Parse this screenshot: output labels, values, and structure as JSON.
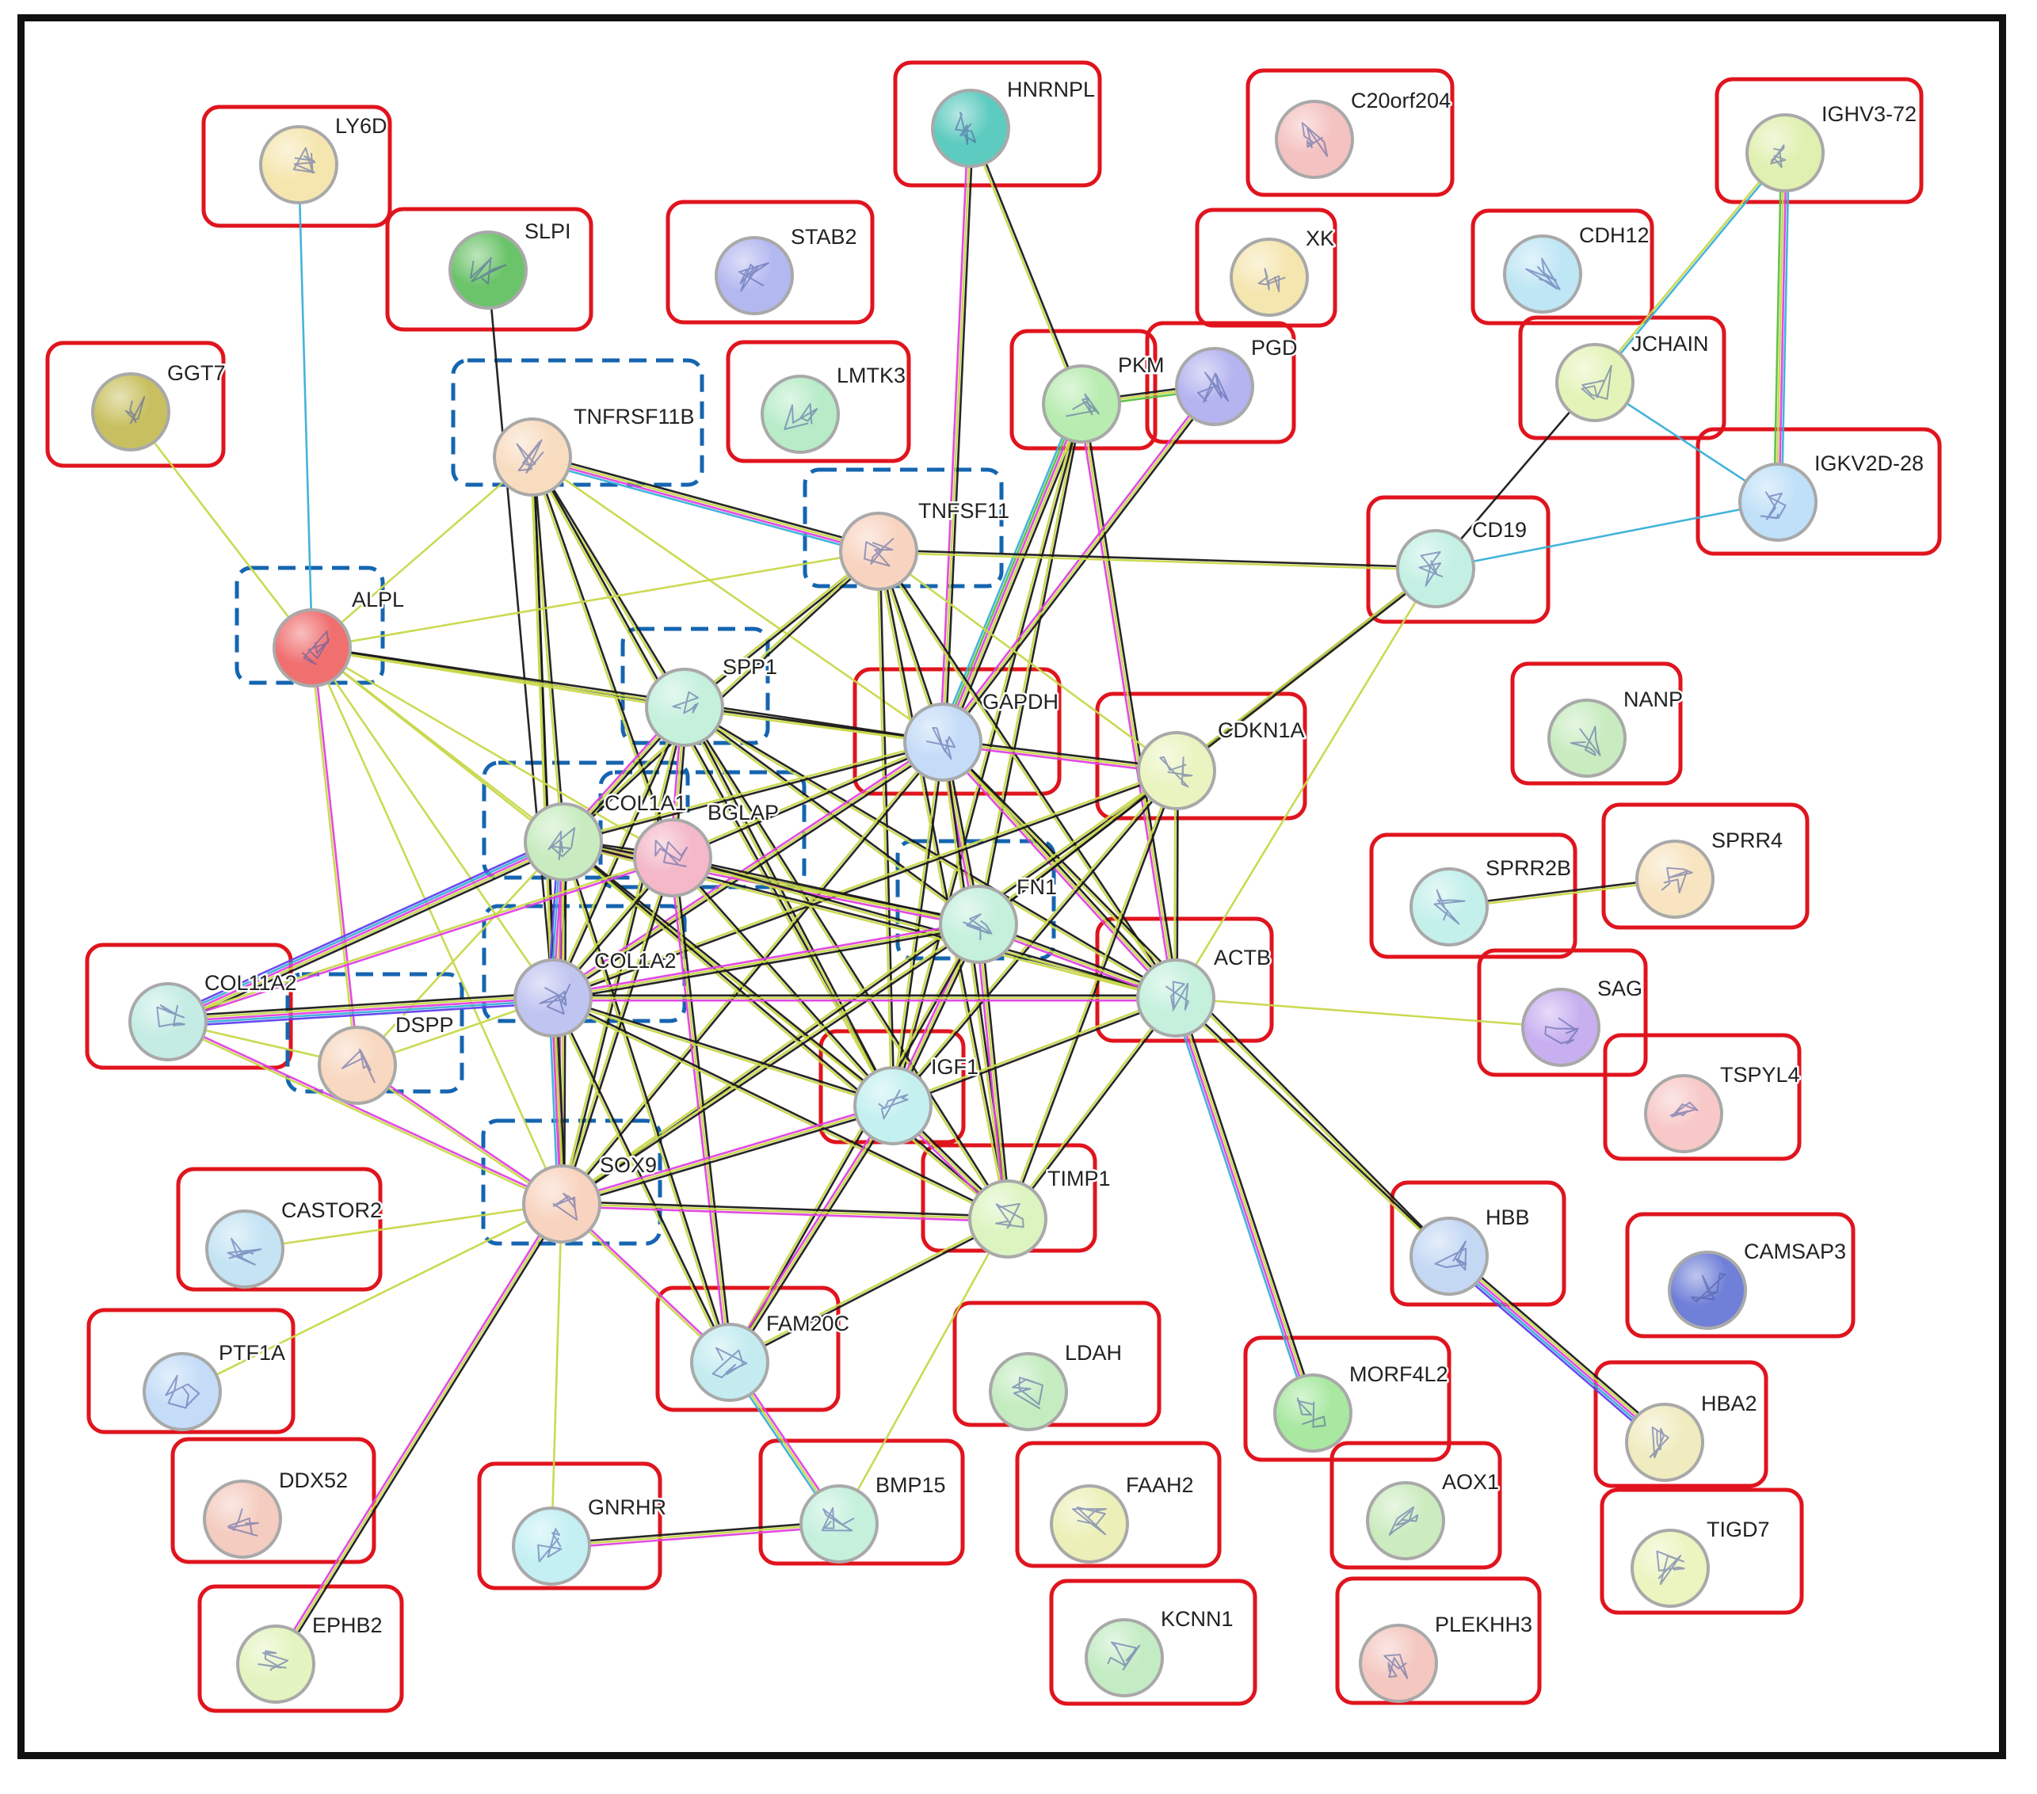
{
  "figure": {
    "highlight_colors": {
      "red_box": "#e0141e",
      "blue_dashed_box": "#1565b0"
    },
    "edge_colors": [
      "#1a1a1a",
      "#c8d84a",
      "#e040e0",
      "#3ab0d8",
      "#6040f0",
      "#58c040"
    ]
  },
  "proteins": [
    {
      "id": "LY6D",
      "color": "#f5e6b0"
    },
    {
      "id": "SLPI",
      "color": "#6cc46a"
    },
    {
      "id": "STAB2",
      "color": "#b4b8f0"
    },
    {
      "id": "HNRNPL",
      "color": "#5ecbc0"
    },
    {
      "id": "C20orf204",
      "color": "#f4c2c0"
    },
    {
      "id": "XK",
      "color": "#f5e6b0"
    },
    {
      "id": "IGHV3-72",
      "color": "#e0f0b0"
    },
    {
      "id": "CDH12",
      "color": "#bfe6f5"
    },
    {
      "id": "GGT7",
      "color": "#c8c060"
    },
    {
      "id": "LMTK3",
      "color": "#b8ecc8"
    },
    {
      "id": "PKM",
      "color": "#b8ecb0"
    },
    {
      "id": "PGD",
      "color": "#b4b4f0"
    },
    {
      "id": "JCHAIN",
      "color": "#e4f4b8"
    },
    {
      "id": "TNFRSF11B",
      "color": "#f8dcc0"
    },
    {
      "id": "TNFSF11",
      "color": "#f8d4c0"
    },
    {
      "id": "IGKV2D-28",
      "color": "#bfe0f8"
    },
    {
      "id": "CD19",
      "color": "#c4f0e4"
    },
    {
      "id": "ALPL",
      "color": "#f07070"
    },
    {
      "id": "SPP1",
      "color": "#c4f0dc"
    },
    {
      "id": "GAPDH",
      "color": "#c4dcf8"
    },
    {
      "id": "CDKN1A",
      "color": "#eaf4c0"
    },
    {
      "id": "NANP",
      "color": "#c8ecc0"
    },
    {
      "id": "COL1A1",
      "color": "#c8ecc0"
    },
    {
      "id": "BGLAP",
      "color": "#f4b8c8"
    },
    {
      "id": "SPRR4",
      "color": "#f8e4c0"
    },
    {
      "id": "SPRR2B",
      "color": "#c4f0ec"
    },
    {
      "id": "FN1",
      "color": "#c4f0dc"
    },
    {
      "id": "COL11A2",
      "color": "#c4ece4"
    },
    {
      "id": "COL1A2",
      "color": "#c0c4f0"
    },
    {
      "id": "ACTB",
      "color": "#c4f0dc"
    },
    {
      "id": "SAG",
      "color": "#c8b0f0"
    },
    {
      "id": "DSPP",
      "color": "#f8d8c0"
    },
    {
      "id": "TSPYL4",
      "color": "#f8c8c8"
    },
    {
      "id": "IGF1",
      "color": "#c4f0f0"
    },
    {
      "id": "SOX9",
      "color": "#f8d4c0"
    },
    {
      "id": "TIMP1",
      "color": "#dcf4c0"
    },
    {
      "id": "CASTOR2",
      "color": "#c4e4f4"
    },
    {
      "id": "HBB",
      "color": "#c4d8f4"
    },
    {
      "id": "CAMSAP3",
      "color": "#7080d8"
    },
    {
      "id": "FAM20C",
      "color": "#c4ecf0"
    },
    {
      "id": "PTF1A",
      "color": "#c4dcf8"
    },
    {
      "id": "LDAH",
      "color": "#c4ecc0"
    },
    {
      "id": "MORF4L2",
      "color": "#a8e8a0"
    },
    {
      "id": "HBA2",
      "color": "#f0ecc0"
    },
    {
      "id": "DDX52",
      "color": "#f4ccc0"
    },
    {
      "id": "GNRHR",
      "color": "#c4f0f4"
    },
    {
      "id": "BMP15",
      "color": "#c4f0dc"
    },
    {
      "id": "FAAH2",
      "color": "#ecf0b8"
    },
    {
      "id": "AOX1",
      "color": "#ccecc0"
    },
    {
      "id": "TIGD7",
      "color": "#ecf4c0"
    },
    {
      "id": "EPHB2",
      "color": "#e4f4c0"
    },
    {
      "id": "KCNN1",
      "color": "#c4ecc4"
    },
    {
      "id": "PLEKHH3",
      "color": "#f4c8c0"
    }
  ],
  "interactions": [
    {
      "a": "LY6D",
      "b": "ALPL",
      "types": [
        "cyan"
      ]
    },
    {
      "a": "GGT7",
      "b": "ALPL",
      "types": [
        "yellow"
      ]
    },
    {
      "a": "SLPI",
      "b": "COL1A2",
      "types": [
        "black"
      ]
    },
    {
      "a": "HNRNPL",
      "b": "GAPDH",
      "types": [
        "black",
        "yellow",
        "magenta"
      ]
    },
    {
      "a": "HNRNPL",
      "b": "PKM",
      "types": [
        "black",
        "yellow"
      ]
    },
    {
      "a": "IGHV3-72",
      "b": "IGKV2D-28",
      "types": [
        "cyan",
        "magenta",
        "yellow",
        "green"
      ]
    },
    {
      "a": "IGHV3-72",
      "b": "JCHAIN",
      "types": [
        "cyan",
        "yellow"
      ]
    },
    {
      "a": "JCHAIN",
      "b": "IGKV2D-28",
      "types": [
        "cyan"
      ]
    },
    {
      "a": "JCHAIN",
      "b": "CD19",
      "types": [
        "black"
      ]
    },
    {
      "a": "IGKV2D-28",
      "b": "CD19",
      "types": [
        "cyan"
      ]
    },
    {
      "a": "PKM",
      "b": "PGD",
      "types": [
        "black",
        "yellow",
        "green"
      ]
    },
    {
      "a": "PKM",
      "b": "GAPDH",
      "types": [
        "black",
        "yellow",
        "magenta",
        "green",
        "cyan"
      ]
    },
    {
      "a": "PKM",
      "b": "ACTB",
      "types": [
        "black",
        "yellow",
        "magenta"
      ]
    },
    {
      "a": "PKM",
      "b": "FN1",
      "types": [
        "black",
        "yellow"
      ]
    },
    {
      "a": "PKM",
      "b": "IGF1",
      "types": [
        "black",
        "yellow"
      ]
    },
    {
      "a": "PGD",
      "b": "GAPDH",
      "types": [
        "black",
        "yellow",
        "magenta"
      ]
    },
    {
      "a": "TNFRSF11B",
      "b": "TNFSF11",
      "types": [
        "black",
        "yellow",
        "magenta",
        "cyan"
      ]
    },
    {
      "a": "TNFRSF11B",
      "b": "ALPL",
      "types": [
        "yellow"
      ]
    },
    {
      "a": "TNFRSF11B",
      "b": "COL1A1",
      "types": [
        "black",
        "yellow"
      ]
    },
    {
      "a": "TNFRSF11B",
      "b": "SPP1",
      "types": [
        "black",
        "yellow"
      ]
    },
    {
      "a": "TNFRSF11B",
      "b": "BGLAP",
      "types": [
        "black",
        "yellow"
      ]
    },
    {
      "a": "TNFRSF11B",
      "b": "COL1A2",
      "types": [
        "black",
        "yellow"
      ]
    },
    {
      "a": "TNFRSF11B",
      "b": "SOX9",
      "types": [
        "black",
        "yellow"
      ]
    },
    {
      "a": "TNFRSF11B",
      "b": "IGF1",
      "types": [
        "black",
        "yellow"
      ]
    },
    {
      "a": "TNFRSF11B",
      "b": "GAPDH",
      "types": [
        "yellow"
      ]
    },
    {
      "a": "TNFSF11",
      "b": "CD19",
      "types": [
        "black",
        "yellow"
      ]
    },
    {
      "a": "TNFSF11",
      "b": "SPP1",
      "types": [
        "black",
        "yellow"
      ]
    },
    {
      "a": "TNFSF11",
      "b": "GAPDH",
      "types": [
        "black",
        "yellow"
      ]
    },
    {
      "a": "TNFSF11",
      "b": "COL1A1",
      "types": [
        "black",
        "yellow"
      ]
    },
    {
      "a": "TNFSF11",
      "b": "ACTB",
      "types": [
        "black",
        "yellow"
      ]
    },
    {
      "a": "TNFSF11",
      "b": "IGF1",
      "types": [
        "black",
        "yellow"
      ]
    },
    {
      "a": "TNFSF11",
      "b": "TIMP1",
      "types": [
        "black",
        "yellow"
      ]
    },
    {
      "a": "ALPL",
      "b": "SPP1",
      "types": [
        "black",
        "yellow"
      ]
    },
    {
      "a": "ALPL",
      "b": "GAPDH",
      "types": [
        "black",
        "yellow"
      ]
    },
    {
      "a": "ALPL",
      "b": "COL1A1",
      "types": [
        "yellow"
      ]
    },
    {
      "a": "ALPL",
      "b": "BGLAP",
      "types": [
        "yellow"
      ]
    },
    {
      "a": "ALPL",
      "b": "DSPP",
      "types": [
        "magenta",
        "yellow"
      ]
    },
    {
      "a": "ALPL",
      "b": "COL1A2",
      "types": [
        "yellow"
      ]
    },
    {
      "a": "ALPL",
      "b": "SOX9",
      "types": [
        "yellow"
      ]
    },
    {
      "a": "ALPL",
      "b": "IGF1",
      "types": [
        "yellow"
      ]
    },
    {
      "a": "ALPL",
      "b": "TNFSF11",
      "types": [
        "yellow"
      ]
    },
    {
      "a": "SPP1",
      "b": "GAPDH",
      "types": [
        "black",
        "yellow"
      ]
    },
    {
      "a": "SPP1",
      "b": "COL1A1",
      "types": [
        "black",
        "yellow",
        "magenta"
      ]
    },
    {
      "a": "SPP1",
      "b": "BGLAP",
      "types": [
        "black",
        "yellow",
        "magenta"
      ]
    },
    {
      "a": "SPP1",
      "b": "COL1A2",
      "types": [
        "black",
        "yellow"
      ]
    },
    {
      "a": "SPP1",
      "b": "FN1",
      "types": [
        "black",
        "yellow"
      ]
    },
    {
      "a": "SPP1",
      "b": "ACTB",
      "types": [
        "black",
        "yellow"
      ]
    },
    {
      "a": "SPP1",
      "b": "SOX9",
      "types": [
        "black",
        "yellow"
      ]
    },
    {
      "a": "SPP1",
      "b": "TIMP1",
      "types": [
        "black",
        "yellow"
      ]
    },
    {
      "a": "SPP1",
      "b": "IGF1",
      "types": [
        "black",
        "yellow"
      ]
    },
    {
      "a": "GAPDH",
      "b": "CDKN1A",
      "types": [
        "black",
        "yellow",
        "magenta"
      ]
    },
    {
      "a": "GAPDH",
      "b": "ACTB",
      "types": [
        "black",
        "yellow",
        "magenta"
      ]
    },
    {
      "a": "GAPDH",
      "b": "FN1",
      "types": [
        "black",
        "yellow",
        "magenta"
      ]
    },
    {
      "a": "GAPDH",
      "b": "IGF1",
      "types": [
        "black",
        "yellow"
      ]
    },
    {
      "a": "GAPDH",
      "b": "TIMP1",
      "types": [
        "black",
        "yellow"
      ]
    },
    {
      "a": "GAPDH",
      "b": "COL1A1",
      "types": [
        "black",
        "yellow"
      ]
    },
    {
      "a": "GAPDH",
      "b": "BGLAP",
      "types": [
        "black",
        "yellow"
      ]
    },
    {
      "a": "GAPDH",
      "b": "COL1A2",
      "types": [
        "black",
        "yellow",
        "magenta"
      ]
    },
    {
      "a": "GAPDH",
      "b": "SOX9",
      "types": [
        "black",
        "yellow"
      ]
    },
    {
      "a": "GAPDH",
      "b": "HBB",
      "types": [
        "black",
        "yellow"
      ]
    },
    {
      "a": "CDKN1A",
      "b": "CD19",
      "types": [
        "black",
        "yellow"
      ]
    },
    {
      "a": "CDKN1A",
      "b": "ACTB",
      "types": [
        "black",
        "yellow"
      ]
    },
    {
      "a": "CDKN1A",
      "b": "FN1",
      "types": [
        "black",
        "yellow"
      ]
    },
    {
      "a": "CDKN1A",
      "b": "IGF1",
      "types": [
        "black",
        "yellow"
      ]
    },
    {
      "a": "CDKN1A",
      "b": "TIMP1",
      "types": [
        "black",
        "yellow"
      ]
    },
    {
      "a": "CDKN1A",
      "b": "SOX9",
      "types": [
        "black",
        "yellow"
      ]
    },
    {
      "a": "CDKN1A",
      "b": "COL1A2",
      "types": [
        "black",
        "yellow"
      ]
    },
    {
      "a": "CDKN1A",
      "b": "TNFSF11",
      "types": [
        "yellow"
      ]
    },
    {
      "a": "CD19",
      "b": "ACTB",
      "types": [
        "yellow"
      ]
    },
    {
      "a": "CD19",
      "b": "FN1",
      "types": [
        "black",
        "yellow"
      ]
    },
    {
      "a": "COL1A1",
      "b": "BGLAP",
      "types": [
        "black",
        "yellow",
        "magenta"
      ]
    },
    {
      "a": "COL1A1",
      "b": "COL1A2",
      "types": [
        "black",
        "yellow",
        "magenta",
        "cyan",
        "blue"
      ]
    },
    {
      "a": "COL1A1",
      "b": "COL11A2",
      "types": [
        "black",
        "yellow",
        "magenta",
        "cyan",
        "blue"
      ]
    },
    {
      "a": "COL1A1",
      "b": "FN1",
      "types": [
        "black",
        "yellow",
        "magenta"
      ]
    },
    {
      "a": "COL1A1",
      "b": "ACTB",
      "types": [
        "black",
        "yellow"
      ]
    },
    {
      "a": "COL1A1",
      "b": "SOX9",
      "types": [
        "black",
        "yellow",
        "magenta"
      ]
    },
    {
      "a": "COL1A1",
      "b": "IGF1",
      "types": [
        "black",
        "yellow"
      ]
    },
    {
      "a": "COL1A1",
      "b": "TIMP1",
      "types": [
        "black",
        "yellow"
      ]
    },
    {
      "a": "COL1A1",
      "b": "FAM20C",
      "types": [
        "black",
        "yellow"
      ]
    },
    {
      "a": "COL1A1",
      "b": "DSPP",
      "types": [
        "yellow"
      ]
    },
    {
      "a": "BGLAP",
      "b": "COL1A2",
      "types": [
        "black",
        "yellow"
      ]
    },
    {
      "a": "BGLAP",
      "b": "FN1",
      "types": [
        "black",
        "yellow"
      ]
    },
    {
      "a": "BGLAP",
      "b": "SOX9",
      "types": [
        "black",
        "yellow"
      ]
    },
    {
      "a": "BGLAP",
      "b": "IGF1",
      "types": [
        "black",
        "yellow"
      ]
    },
    {
      "a": "BGLAP",
      "b": "FAM20C",
      "types": [
        "black",
        "yellow",
        "magenta"
      ]
    },
    {
      "a": "BGLAP",
      "b": "ACTB",
      "types": [
        "black",
        "yellow"
      ]
    },
    {
      "a": "SPRR2B",
      "b": "SPRR4",
      "types": [
        "black",
        "yellow"
      ]
    },
    {
      "a": "FN1",
      "b": "ACTB",
      "types": [
        "black",
        "yellow",
        "magenta"
      ]
    },
    {
      "a": "FN1",
      "b": "COL1A2",
      "types": [
        "black",
        "yellow",
        "magenta"
      ]
    },
    {
      "a": "FN1",
      "b": "IGF1",
      "types": [
        "black",
        "yellow",
        "magenta"
      ]
    },
    {
      "a": "FN1",
      "b": "TIMP1",
      "types": [
        "black",
        "yellow",
        "magenta"
      ]
    },
    {
      "a": "FN1",
      "b": "SOX9",
      "types": [
        "black",
        "yellow"
      ]
    },
    {
      "a": "FN1",
      "b": "FAM20C",
      "types": [
        "black",
        "yellow"
      ]
    },
    {
      "a": "COL11A2",
      "b": "COL1A2",
      "types": [
        "black",
        "yellow",
        "magenta",
        "cyan",
        "blue"
      ]
    },
    {
      "a": "COL11A2",
      "b": "SOX9",
      "types": [
        "magenta",
        "yellow"
      ]
    },
    {
      "a": "COL11A2",
      "b": "DSPP",
      "types": [
        "yellow"
      ]
    },
    {
      "a": "COL11A2",
      "b": "BGLAP",
      "types": [
        "yellow",
        "magenta"
      ]
    },
    {
      "a": "COL1A2",
      "b": "ACTB",
      "types": [
        "black",
        "yellow",
        "magenta"
      ]
    },
    {
      "a": "COL1A2",
      "b": "IGF1",
      "types": [
        "black",
        "yellow"
      ]
    },
    {
      "a": "COL1A2",
      "b": "TIMP1",
      "types": [
        "black",
        "yellow"
      ]
    },
    {
      "a": "COL1A2",
      "b": "SOX9",
      "types": [
        "black",
        "yellow",
        "magenta",
        "cyan"
      ]
    },
    {
      "a": "COL1A2",
      "b": "FAM20C",
      "types": [
        "black",
        "yellow"
      ]
    },
    {
      "a": "COL1A2",
      "b": "DSPP",
      "types": [
        "yellow"
      ]
    },
    {
      "a": "ACTB",
      "b": "SAG",
      "types": [
        "yellow"
      ]
    },
    {
      "a": "ACTB",
      "b": "HBB",
      "types": [
        "black",
        "yellow"
      ]
    },
    {
      "a": "ACTB",
      "b": "MORF4L2",
      "types": [
        "black",
        "yellow",
        "magenta",
        "cyan"
      ]
    },
    {
      "a": "ACTB",
      "b": "IGF1",
      "types": [
        "black",
        "yellow"
      ]
    },
    {
      "a": "ACTB",
      "b": "TIMP1",
      "types": [
        "black",
        "yellow"
      ]
    },
    {
      "a": "DSPP",
      "b": "SOX9",
      "types": [
        "magenta",
        "yellow"
      ]
    },
    {
      "a": "IGF1",
      "b": "TIMP1",
      "types": [
        "black",
        "yellow",
        "magenta"
      ]
    },
    {
      "a": "IGF1",
      "b": "SOX9",
      "types": [
        "black",
        "yellow",
        "magenta"
      ]
    },
    {
      "a": "IGF1",
      "b": "FAM20C",
      "types": [
        "black",
        "yellow",
        "magenta"
      ]
    },
    {
      "a": "SOX9",
      "b": "TIMP1",
      "types": [
        "black",
        "yellow",
        "magenta"
      ]
    },
    {
      "a": "SOX9",
      "b": "FAM20C",
      "types": [
        "magenta",
        "yellow"
      ]
    },
    {
      "a": "SOX9",
      "b": "PTF1A",
      "types": [
        "yellow"
      ]
    },
    {
      "a": "SOX9",
      "b": "EPHB2",
      "types": [
        "black",
        "yellow",
        "magenta"
      ]
    },
    {
      "a": "SOX9",
      "b": "GNRHR",
      "types": [
        "yellow"
      ]
    },
    {
      "a": "SOX9",
      "b": "CASTOR2",
      "types": [
        "yellow"
      ]
    },
    {
      "a": "TIMP1",
      "b": "FAM20C",
      "types": [
        "black",
        "yellow"
      ]
    },
    {
      "a": "TIMP1",
      "b": "BMP15",
      "types": [
        "yellow"
      ]
    },
    {
      "a": "FAM20C",
      "b": "BMP15",
      "types": [
        "magenta",
        "yellow",
        "cyan"
      ]
    },
    {
      "a": "GNRHR",
      "b": "BMP15",
      "types": [
        "black",
        "yellow",
        "magenta"
      ]
    },
    {
      "a": "HBB",
      "b": "HBA2",
      "types": [
        "black",
        "yellow",
        "magenta",
        "cyan",
        "blue"
      ]
    }
  ],
  "highlight_boxes": {
    "red": [
      "LY6D",
      "SLPI",
      "STAB2",
      "HNRNPL",
      "C20orf204",
      "XK",
      "IGHV3-72",
      "CDH12",
      "GGT7",
      "LMTK3",
      "PKM",
      "PGD",
      "JCHAIN",
      "IGKV2D-28",
      "CD19",
      "GAPDH",
      "CDKN1A",
      "NANP",
      "SPRR4",
      "SPRR2B",
      "COL11A2",
      "ACTB",
      "SAG",
      "TSPYL4",
      "IGF1",
      "TIMP1",
      "CASTOR2",
      "HBB",
      "CAMSAP3",
      "FAM20C",
      "PTF1A",
      "LDAH",
      "MORF4L2",
      "HBA2",
      "DDX52",
      "GNRHR",
      "BMP15",
      "FAAH2",
      "AOX1",
      "TIGD7",
      "EPHB2",
      "KCNN1",
      "PLEKHH3"
    ],
    "blue_dashed": [
      "TNFRSF11B",
      "TNFSF11",
      "ALPL",
      "SPP1",
      "COL1A1",
      "BGLAP",
      "FN1",
      "COL1A2",
      "DSPP",
      "SOX9"
    ]
  }
}
